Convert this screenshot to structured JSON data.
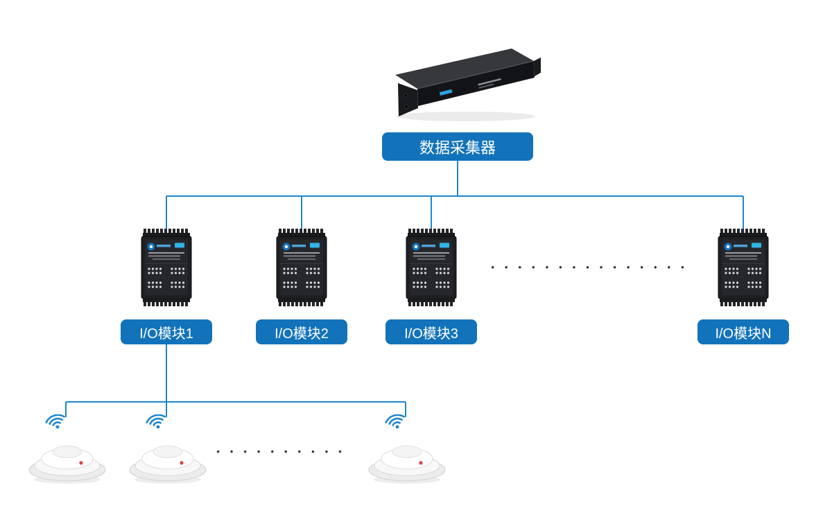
{
  "colors": {
    "accent": "#1273bb",
    "wire": "#1d85cc",
    "dots": "#2e2e2e"
  },
  "collector": {
    "label": "数据采集器"
  },
  "modules": [
    {
      "label": "I/O模块1"
    },
    {
      "label": "I/O模块2"
    },
    {
      "label": "I/O模块3"
    },
    {
      "label": "I/O模块N"
    }
  ],
  "ellipsis": {
    "modules": "•••••••••••••••",
    "detectors": "••••••••••"
  },
  "icons": {
    "wifi": "wifi-icon",
    "rack_server": "rack-server-illustration",
    "io_module": "io-module-illustration",
    "smoke_detector": "smoke-detector-illustration"
  }
}
